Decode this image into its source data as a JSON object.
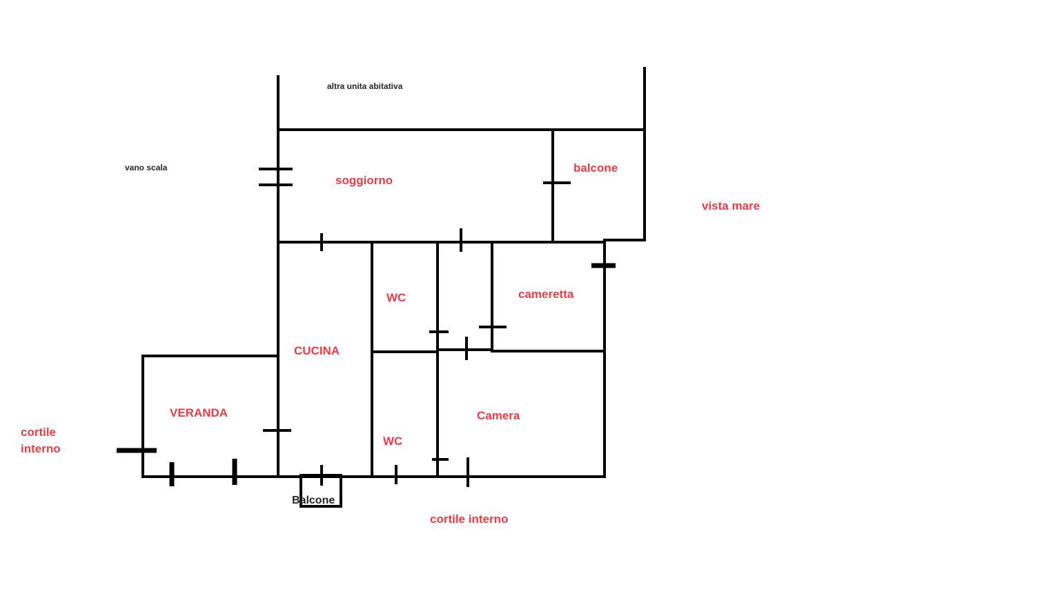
{
  "labels": {
    "altra_unita": "altra unita abitativa",
    "vano_scala": "vano scala",
    "soggiorno": "soggiorno",
    "balcone_top": "balcone",
    "vista_mare": "vista mare",
    "wc_upper": "WC",
    "cameretta": "cameretta",
    "cucina": "CUCINA",
    "veranda": "VERANDA",
    "camera": "Camera",
    "wc_lower": "WC",
    "cortile_left_line1": "cortile",
    "cortile_left_line2": "interno",
    "balcone_bottom": "Balcone",
    "cortile_bottom": "cortile interno"
  },
  "colors": {
    "label_red": "#ee3b43",
    "label_dark": "#262626",
    "wall": "#000000"
  }
}
